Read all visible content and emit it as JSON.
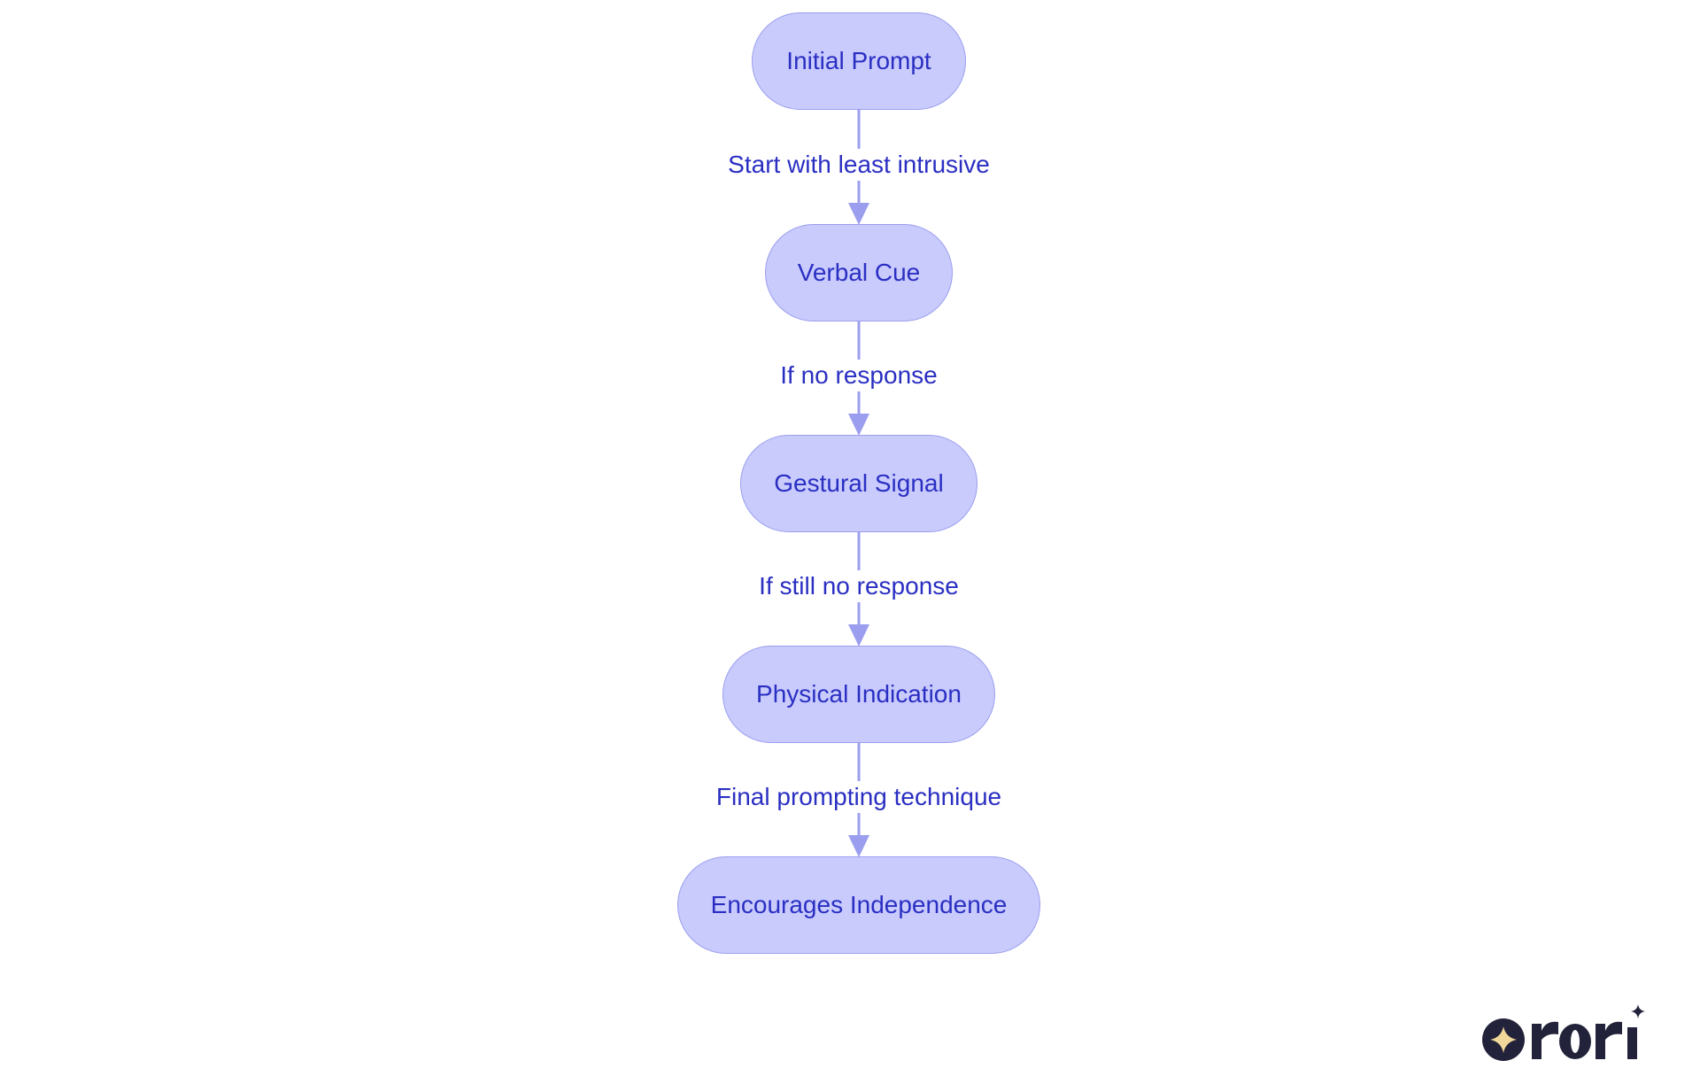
{
  "diagram": {
    "type": "flowchart",
    "direction": "top-to-bottom",
    "nodes": [
      {
        "id": "initial",
        "label": "Initial Prompt"
      },
      {
        "id": "verbal",
        "label": "Verbal Cue"
      },
      {
        "id": "gestural",
        "label": "Gestural Signal"
      },
      {
        "id": "physical",
        "label": "Physical Indication"
      },
      {
        "id": "independence",
        "label": "Encourages Independence"
      }
    ],
    "edges": [
      {
        "from": "initial",
        "to": "verbal",
        "label": "Start with least intrusive"
      },
      {
        "from": "verbal",
        "to": "gestural",
        "label": "If no response"
      },
      {
        "from": "gestural",
        "to": "physical",
        "label": "If still no response"
      },
      {
        "from": "physical",
        "to": "independence",
        "label": "Final prompting technique"
      }
    ],
    "colors": {
      "node_fill": "#c9cbfd",
      "node_border": "#9b9eee",
      "text": "#2a2fc2",
      "connector": "#9b9eee"
    }
  },
  "branding": {
    "logo": "rori",
    "logo_icon": "sparkle-icon",
    "colors": {
      "logo_dark": "#22223a",
      "logo_star": "#f1d79a"
    }
  }
}
